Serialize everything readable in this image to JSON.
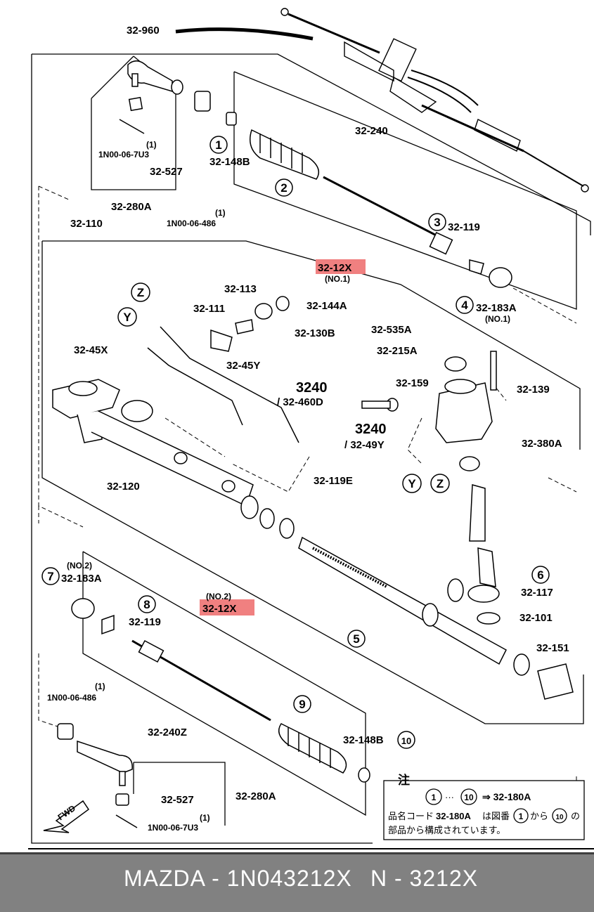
{
  "colors": {
    "highlight": "#f08080",
    "footer_bg": "#818181",
    "footer_text": "#ffffff",
    "line": "#000000"
  },
  "labels": {
    "l32_960": "32-960",
    "l32_240": "32-240",
    "l32_148b_1": "32-148B",
    "l32_119_3": "32-119",
    "l32_183a_4": "32-183A",
    "l32_183a_4_sub": "(NO.1)",
    "l32_12x_1": "32-12X",
    "l32_12x_1_sub": "(NO.1)",
    "l1n00_067u3_top_q": "(1)",
    "l1n00_067u3_top": "1N00-06-7U3",
    "l32_527_top": "32-527",
    "l32_280a_top": "32-280A",
    "l1n00_06486_top_q": "(1)",
    "l1n00_06486_top": "1N00-06-486",
    "l32_110": "32-110",
    "l32_113": "32-113",
    "l32_111": "32-111",
    "l32_144a": "32-144A",
    "l32_130b": "32-130B",
    "l32_45x": "32-45X",
    "l32_45y": "32-45Y",
    "l32_535a": "32-535A",
    "l32_215a": "32-215A",
    "l32_159": "32-159",
    "l32_139": "32-139",
    "l3240_a": "3240",
    "l32_460d": "/ 32-460D",
    "l3240_b": "3240",
    "l32_49y": "/ 32-49Y",
    "l32_380a": "32-380A",
    "l32_120": "32-120",
    "l32_119e": "32-119E",
    "l32_117": "32-117",
    "l32_101": "32-101",
    "l32_151": "32-151",
    "l32_183a_7_sub": "(NO.2)",
    "l32_183a_7": "32-183A",
    "l32_12x_2_sub": "(NO.2)",
    "l32_12x_2": "32-12X",
    "l32_119_8": "32-119",
    "l1n00_06486_bot_q": "(1)",
    "l1n00_06486_bot": "1N00-06-486",
    "l32_240z": "32-240Z",
    "l32_148b_10": "32-148B",
    "l32_527_bot": "32-527",
    "l32_280a_bot": "32-280A",
    "l1n00_067u3_bot_q": "(1)",
    "l1n00_067u3_bot": "1N00-06-7U3",
    "fwd": "FWD"
  },
  "circled": {
    "c1": "1",
    "c2": "2",
    "c3": "3",
    "c4": "4",
    "c5": "5",
    "c6": "6",
    "c7": "7",
    "c8": "8",
    "c9": "9",
    "c10": "10",
    "cy1": "Y",
    "cz1": "Z",
    "cy2": "Y",
    "cz2": "Z"
  },
  "note": {
    "title": "注",
    "range_from": "1",
    "range_dots": "···",
    "range_to": "10",
    "range_arrow": "⇒ 32-180A",
    "line2_a": "品名コード",
    "line2_b": "32-180A",
    "line2_c": "は図番",
    "line2_from": "1",
    "line2_d": "から",
    "line2_to": "10",
    "line2_e": "の",
    "line3": "部品から構成されています。"
  },
  "footer": {
    "brand_part": "MAZDA - 1N043212X",
    "code": "N - 3212X"
  }
}
